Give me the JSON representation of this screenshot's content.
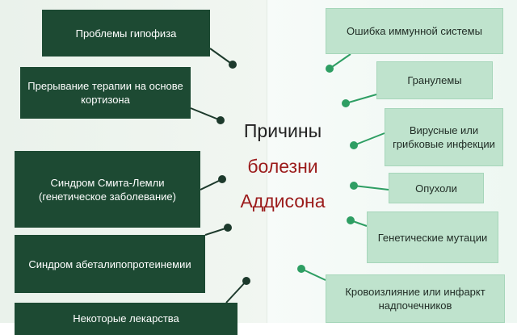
{
  "center_title": {
    "line1": "Причины",
    "line2": "болезни",
    "line3": "Аддисона"
  },
  "left_causes": [
    "Проблемы гипофиза",
    "Прерывание терапии на основе кортизона",
    "Синдром Смита-Лемли (генетическое заболевание)",
    "Синдром абеталипопротеинемии",
    "Некоторые лекарства"
  ],
  "right_causes": [
    "Ошибка иммунной системы",
    "Гранулемы",
    "Вирусные или грибковые инфекции",
    "Опухоли",
    "Генетические мутации",
    "Кровоизлияние или инфаркт надпочечников"
  ],
  "colors": {
    "left_box": "#1d4a33",
    "right_box": "#bfe3cd",
    "connector_left": "#1d3a2c",
    "connector_right": "#2e9e63",
    "title_accent": "#9b1b1b"
  }
}
